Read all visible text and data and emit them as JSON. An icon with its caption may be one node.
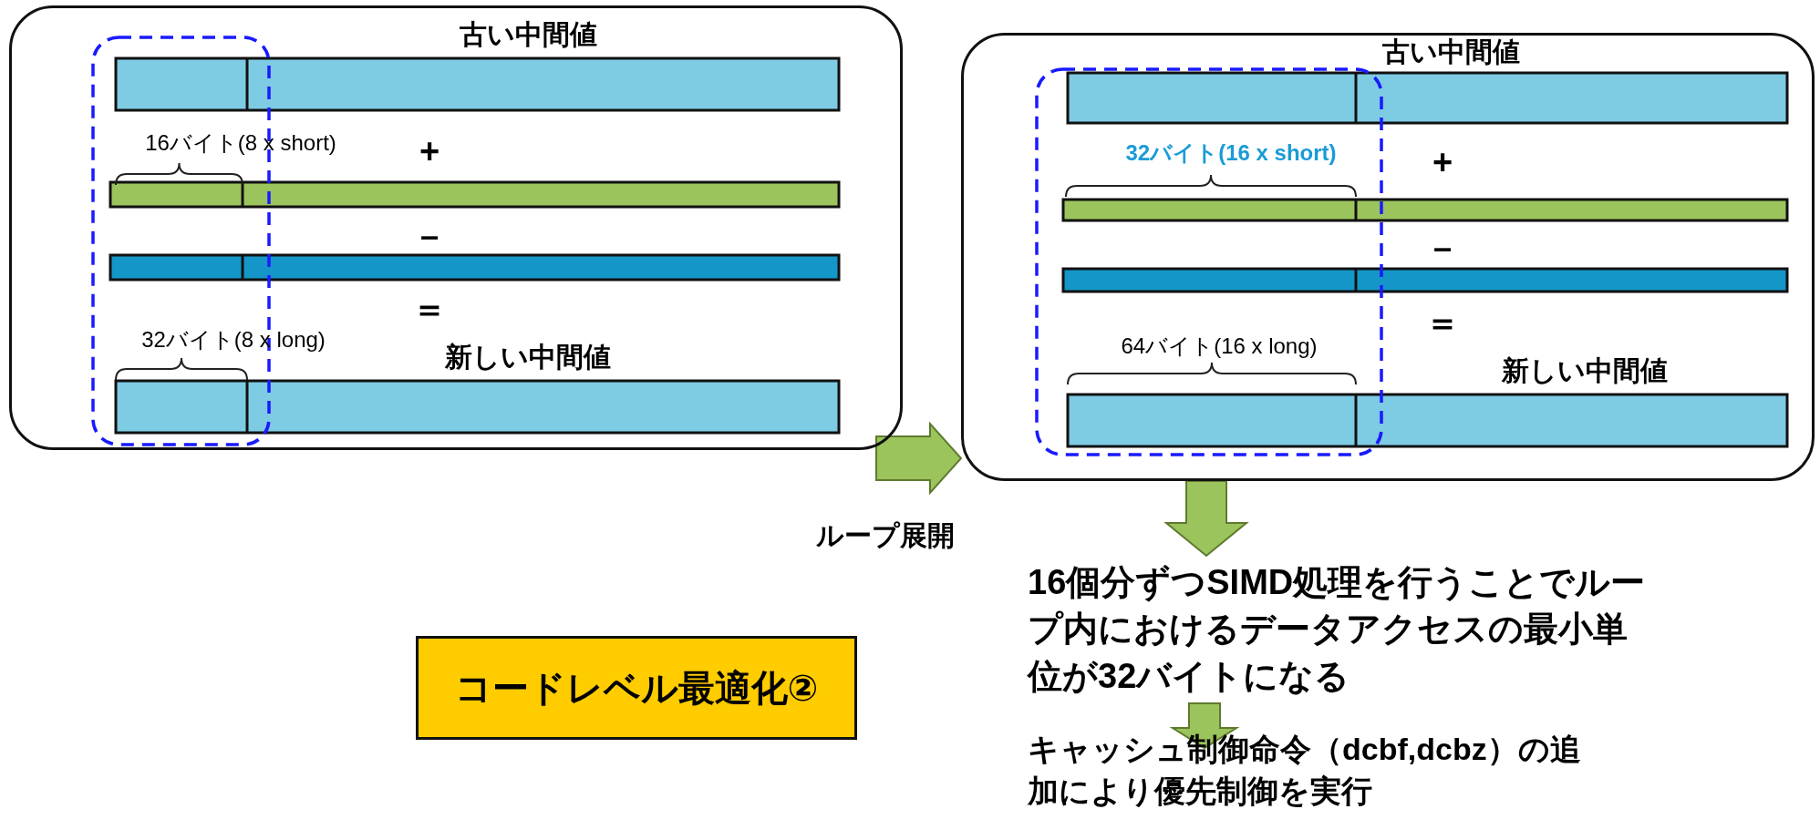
{
  "diagram": {
    "nodes": [
      {
        "text": [
          "古い中間値",
          "16バイト(8 x short)",
          "+",
          "－",
          "＝",
          "32バイト(8 x long)",
          "新しい中間値"
        ]
      },
      {
        "text": [
          "古い中間値",
          "32バイト(16 x short)",
          "+",
          "－",
          "＝",
          "64バイト(16 x long)",
          "新しい中間値"
        ]
      },
      {
        "text": [
          "16個分ずつSIMD処理を行うことでループ内におけるデータアクセスの最小単位が32バイトになる"
        ]
      },
      {
        "text": [
          "キャッシュ制御命令（dcbf,dcbz）の追加により優先制御を実行"
        ]
      },
      {
        "text": [
          "コードレベル最適化②"
        ]
      }
    ],
    "edges": [
      {
        "from": 0,
        "to": 1,
        "arrow": "to",
        "label": "ループ展開"
      },
      {
        "from": 1,
        "to": 2,
        "arrow": "to"
      },
      {
        "from": 2,
        "to": 3,
        "arrow": "to"
      }
    ]
  }
}
